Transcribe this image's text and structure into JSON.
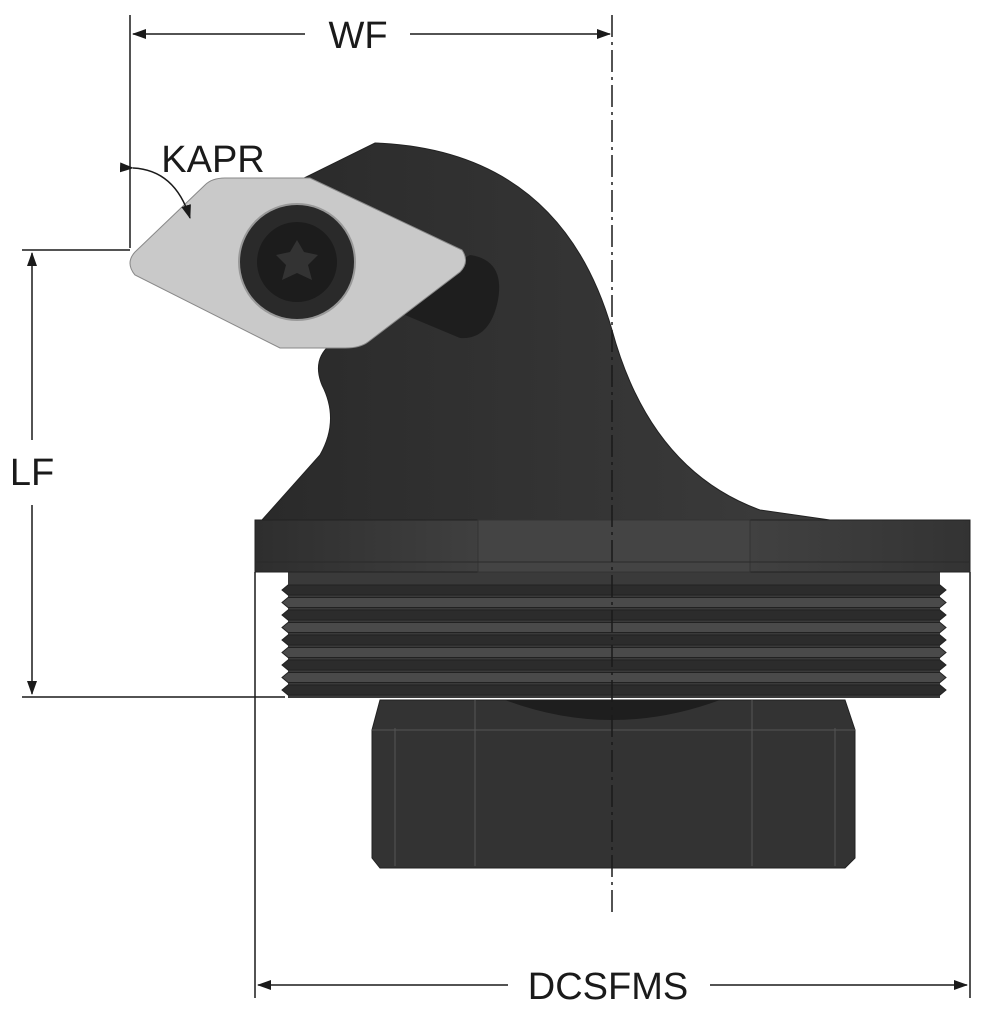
{
  "title": "Tool holder dimension diagram",
  "dimensions": {
    "wf": "WF",
    "kapr": "KAPR",
    "lf": "LF",
    "dcsfms": "DCSFMS"
  },
  "colors": {
    "body": "#3a3a3a",
    "body_dark": "#262626",
    "insert": "#c9c9c9",
    "line": "#1a1a1a"
  }
}
